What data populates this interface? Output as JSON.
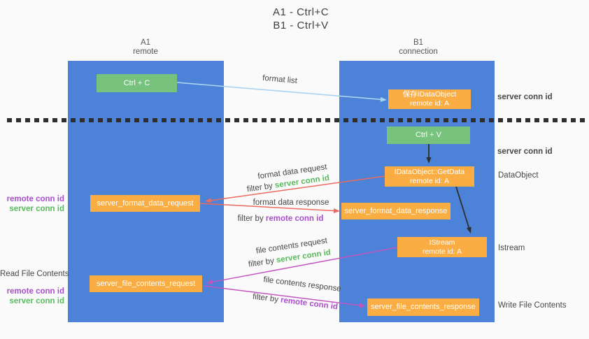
{
  "title": {
    "line1": "A1 - Ctrl+C",
    "line2": "B1 - Ctrl+V"
  },
  "columns": {
    "left": {
      "name": "A1",
      "role": "remote"
    },
    "right": {
      "name": "B1",
      "role": "connection"
    }
  },
  "nodes": {
    "ctrl_c": "Ctrl + C",
    "save_dataobject": {
      "line1": "保存IDataObject",
      "line2": "remote id: A"
    },
    "ctrl_v": "Ctrl + V",
    "getdata": {
      "line1": "IDataObject::GetData",
      "line2": "remote id: A"
    },
    "istream": {
      "line1": "IStream",
      "line2": "remote id: A"
    },
    "format_request": "server_format_data_request",
    "format_response": "server_format_data_response",
    "file_request": "server_file_contents_request",
    "file_response": "server_file_contents_response"
  },
  "side_labels": {
    "server_conn_id_top": "server conn id",
    "server_conn_id_mid": "server conn id",
    "dataobject": "DataObject",
    "istream": "Istream",
    "write_file": "Write File Contents",
    "read_file": "Read File Contents",
    "format_remote_conn_id": "remote conn id",
    "format_server_conn_id": "server conn id",
    "file_remote_conn_id": "remote conn id",
    "file_server_conn_id": "server conn id"
  },
  "arrow_labels": {
    "format_list": "format list",
    "format_data_request": "format data request",
    "filter_by_request": "filter by",
    "filter_request_key": "server conn id",
    "format_data_response": "format data response",
    "filter_by_response": "filter by",
    "filter_response_key": "remote conn id",
    "file_contents_request": "file contents request",
    "filter_by_file_request": "filter by",
    "filter_file_request_key": "server conn id",
    "file_contents_response": "file contents response",
    "filter_by_file_response": "filter by",
    "filter_file_response_key": "remote conn id"
  },
  "colors": {
    "bg": "#fafafa",
    "blue": "#4c82d8",
    "orange": "#f9ad42",
    "green": "#77c37e",
    "greentext": "#5cba5f",
    "purpletext": "#a94fcb",
    "red": "#ec6a5e",
    "magenta": "#c356be",
    "lightblue": "#a9d3f2",
    "ink": "#2e2e2e"
  }
}
